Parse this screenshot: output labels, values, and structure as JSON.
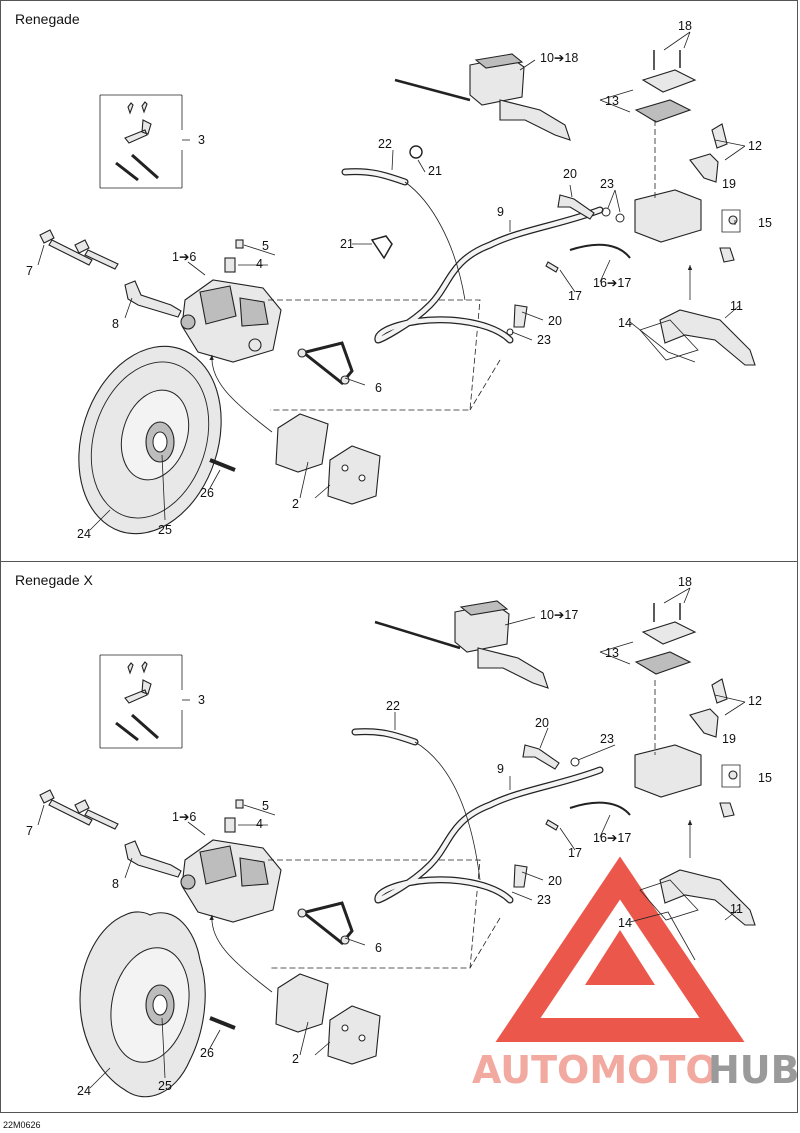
{
  "sections": [
    {
      "title": "Renegade",
      "callouts": [
        "3",
        "1➔6",
        "5",
        "4",
        "7",
        "8",
        "10➔18",
        "18",
        "13",
        "12",
        "22",
        "21",
        "21",
        "20",
        "23",
        "9",
        "19",
        "15",
        "16➔17",
        "17",
        "20",
        "23",
        "14",
        "11",
        "6",
        "2",
        "26",
        "24",
        "25"
      ]
    },
    {
      "title": "Renegade X",
      "callouts": [
        "3",
        "1➔6",
        "5",
        "4",
        "7",
        "8",
        "10➔17",
        "18",
        "13",
        "12",
        "22",
        "20",
        "23",
        "9",
        "19",
        "15",
        "16➔17",
        "17",
        "20",
        "23",
        "14",
        "11",
        "6",
        "2",
        "26",
        "24",
        "25"
      ]
    }
  ],
  "document_id": "22M0626",
  "watermark": {
    "part1": "AUTOMOTO",
    "part2": "HUB",
    "color1": "#f1a9a0",
    "color2": "#9a9a9a",
    "logo_color": "#e9392c"
  }
}
